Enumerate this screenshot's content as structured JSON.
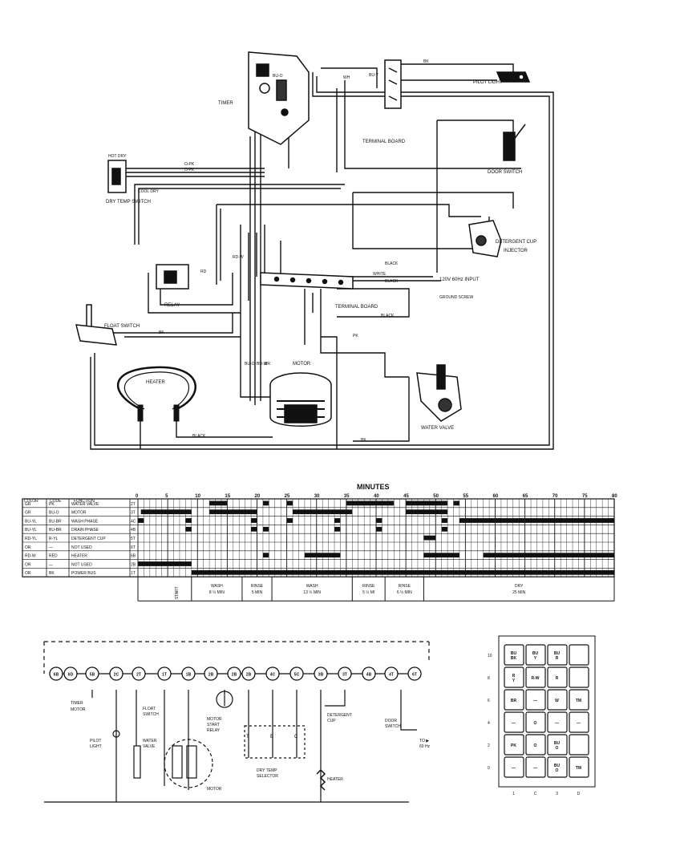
{
  "wiring": {
    "labels": {
      "timer": "TIMER",
      "pilot_light": "PILOT LIGHT",
      "terminal_board_top": "TERMINAL BOARD",
      "door_switch": "DOOR SWITCH",
      "dry_temp_switch": "DRY TEMP SWITCH",
      "detergent_cup_injector_1": "DETERGENT CUP",
      "detergent_cup_injector_2": "INJECTOR",
      "relay": "RELAY",
      "terminal_board_bottom": "TERMINAL BOARD",
      "float_switch": "FLOAT SWITCH",
      "input": "120V 60Hz INPUT",
      "ground": "GROUND SCREW",
      "motor": "MOTOR",
      "heater": "HEATER",
      "water_valve": "WATER VALVE",
      "hot_dry": "HOT DRY",
      "cool_dry": "COOL DRY"
    },
    "wire_colors": [
      "BK",
      "WH",
      "BU-Y",
      "BU-O",
      "O-PK",
      "O-PK",
      "BLACK",
      "BLACK",
      "WHITE",
      "BLACK",
      "PK",
      "BK",
      "BU-O",
      "BU-W",
      "BR",
      "RD-W",
      "RD",
      "BLACK",
      "BK"
    ]
  },
  "chart": {
    "title": "MINUTES",
    "minute_ticks": [
      "0",
      "5",
      "10",
      "15",
      "20",
      "25",
      "30",
      "35",
      "40",
      "45",
      "50",
      "55",
      "60",
      "65",
      "70",
      "75",
      "80"
    ],
    "header_cols": [
      "COLOR",
      "CODE",
      "FUNCTION"
    ],
    "rows": [
      {
        "c1": "GR",
        "c2": "PK",
        "func": "WATER VALVE",
        "code": "2T"
      },
      {
        "c1": "GR",
        "c2": "BU-O",
        "func": "MOTOR",
        "code": "3T"
      },
      {
        "c1": "BU-YL",
        "c2": "BU-BR",
        "func": "WASH PHASE",
        "code": "4C"
      },
      {
        "c1": "BU-YL",
        "c2": "BU-BR",
        "func": "DRAIN PHASE",
        "code": "4B"
      },
      {
        "c1": "RD-YL",
        "c2": "R-YL",
        "func": "DETERGENT CUP",
        "code": "5T"
      },
      {
        "c1": "OR",
        "c2": "—",
        "func": "NOT USED",
        "code": "6T"
      },
      {
        "c1": "RD-W",
        "c2": "RED",
        "func": "HEATER",
        "code": "6B"
      },
      {
        "c1": "OR",
        "c2": "—",
        "func": "NOT USED",
        "code": "2B"
      },
      {
        "c1": "OR",
        "c2": "BK",
        "func": "POWER BUS",
        "code": "1T"
      }
    ],
    "phases": [
      {
        "name": "START",
        "time": ""
      },
      {
        "name": "WASH",
        "time": "8 ½ MIN"
      },
      {
        "name": "RINSE",
        "time": "5 MIN"
      },
      {
        "name": "WASH",
        "time": "13 ½ MIN"
      },
      {
        "name": "RINSE",
        "time": "5 ½ MI"
      },
      {
        "name": "RINSE",
        "time": "6 ½ MIN"
      },
      {
        "name": "DRY",
        "time": "25 MIN"
      }
    ]
  },
  "schematic": {
    "terminals": [
      "6B",
      "6D",
      "5B",
      "2C",
      "2T",
      "1T",
      "1B",
      "2B",
      "2B",
      "2B",
      "4C",
      "5C",
      "3B",
      "3T",
      "4B",
      "4T",
      "6T"
    ],
    "labels": {
      "timer_motor_1": "TIMER",
      "timer_motor_2": "MOTOR",
      "pilot_light_1": "PILOT",
      "pilot_light_2": "LIGHT",
      "float_switch_1": "FLOAT",
      "float_switch_2": "SWITCH",
      "water_valve_1": "WATER",
      "water_valve_2": "VALVE",
      "motor": "MOTOR",
      "motor_start_relay_1": "MOTOR",
      "motor_start_relay_2": "START",
      "motor_start_relay_3": "RELAY",
      "dry_temp_selector_1": "DRY TEMP",
      "dry_temp_selector_2": "SELECTOR",
      "detergent_cup_1": "DETERGENT",
      "detergent_cup_2": "CUP",
      "heater": "HEATER",
      "door_switch_1": "DOOR",
      "door_switch_2": "SWITCH",
      "input_1": "TO ▶",
      "input_2": "60 Hz",
      "selector_terms": [
        "T",
        "B",
        "C"
      ]
    }
  },
  "key_grid": {
    "row_labels": [
      "10",
      "8",
      "6",
      "4",
      "2",
      "0"
    ],
    "col_labels": [
      "1",
      "C",
      "3",
      "D"
    ],
    "cells": [
      [
        "BU BK",
        "BU Y",
        "BU R",
        ""
      ],
      [
        "R Y",
        "R-W",
        "R",
        ""
      ],
      [
        "BR",
        "—",
        "W",
        "TM"
      ],
      [
        "—",
        "O",
        "—",
        "—"
      ],
      [
        "PK",
        "O",
        "BU O",
        ""
      ],
      [
        "—",
        "—",
        "BU O",
        "TM"
      ]
    ]
  }
}
